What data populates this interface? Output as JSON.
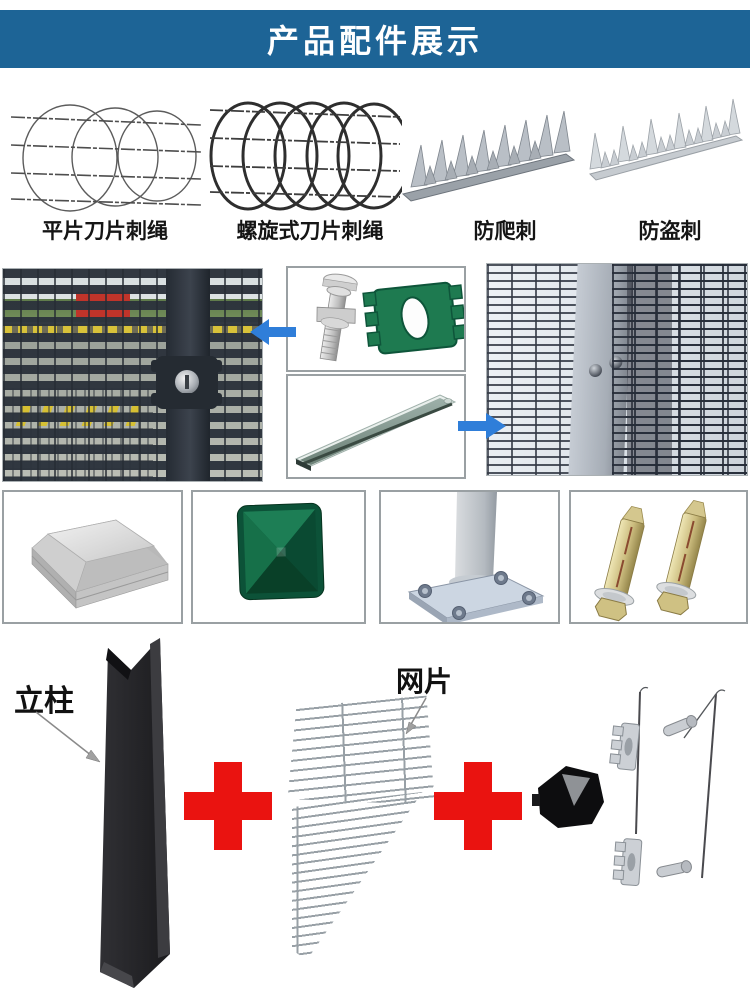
{
  "header": {
    "title": "产品配件展示",
    "bg_color": "#1d6496",
    "text_color": "#ffffff"
  },
  "products": [
    {
      "label": "平片刀片刺绳",
      "icon": "flat-razor-wire-icon"
    },
    {
      "label": "螺旋式刀片刺绳",
      "icon": "spiral-razor-wire-icon"
    },
    {
      "label": "防爬刺",
      "icon": "anti-climb-spike-strip-icon"
    },
    {
      "label": "防盗刺",
      "icon": "anti-theft-spike-strip-icon"
    }
  ],
  "hardware": {
    "left_photo": "anti-climb-fence-with-clamp-photo",
    "top_box": "security-bolt-and-green-clamp",
    "bottom_box": "steel-flat-bar",
    "right_photo": "mesh-fence-with-post-photo",
    "arrow_color": "#2f7ed9"
  },
  "accessories": [
    {
      "icon": "silver-post-cap"
    },
    {
      "icon": "green-pyramid-post-cap"
    },
    {
      "icon": "post-base-plate"
    },
    {
      "icon": "expansion-anchor-bolts"
    }
  ],
  "assembly": {
    "post_label": "立柱",
    "mesh_label": "网片",
    "plus_color": "#ea1310",
    "items": [
      "square-post",
      "mesh-panel",
      "security-clamp",
      "fastener-set"
    ]
  }
}
